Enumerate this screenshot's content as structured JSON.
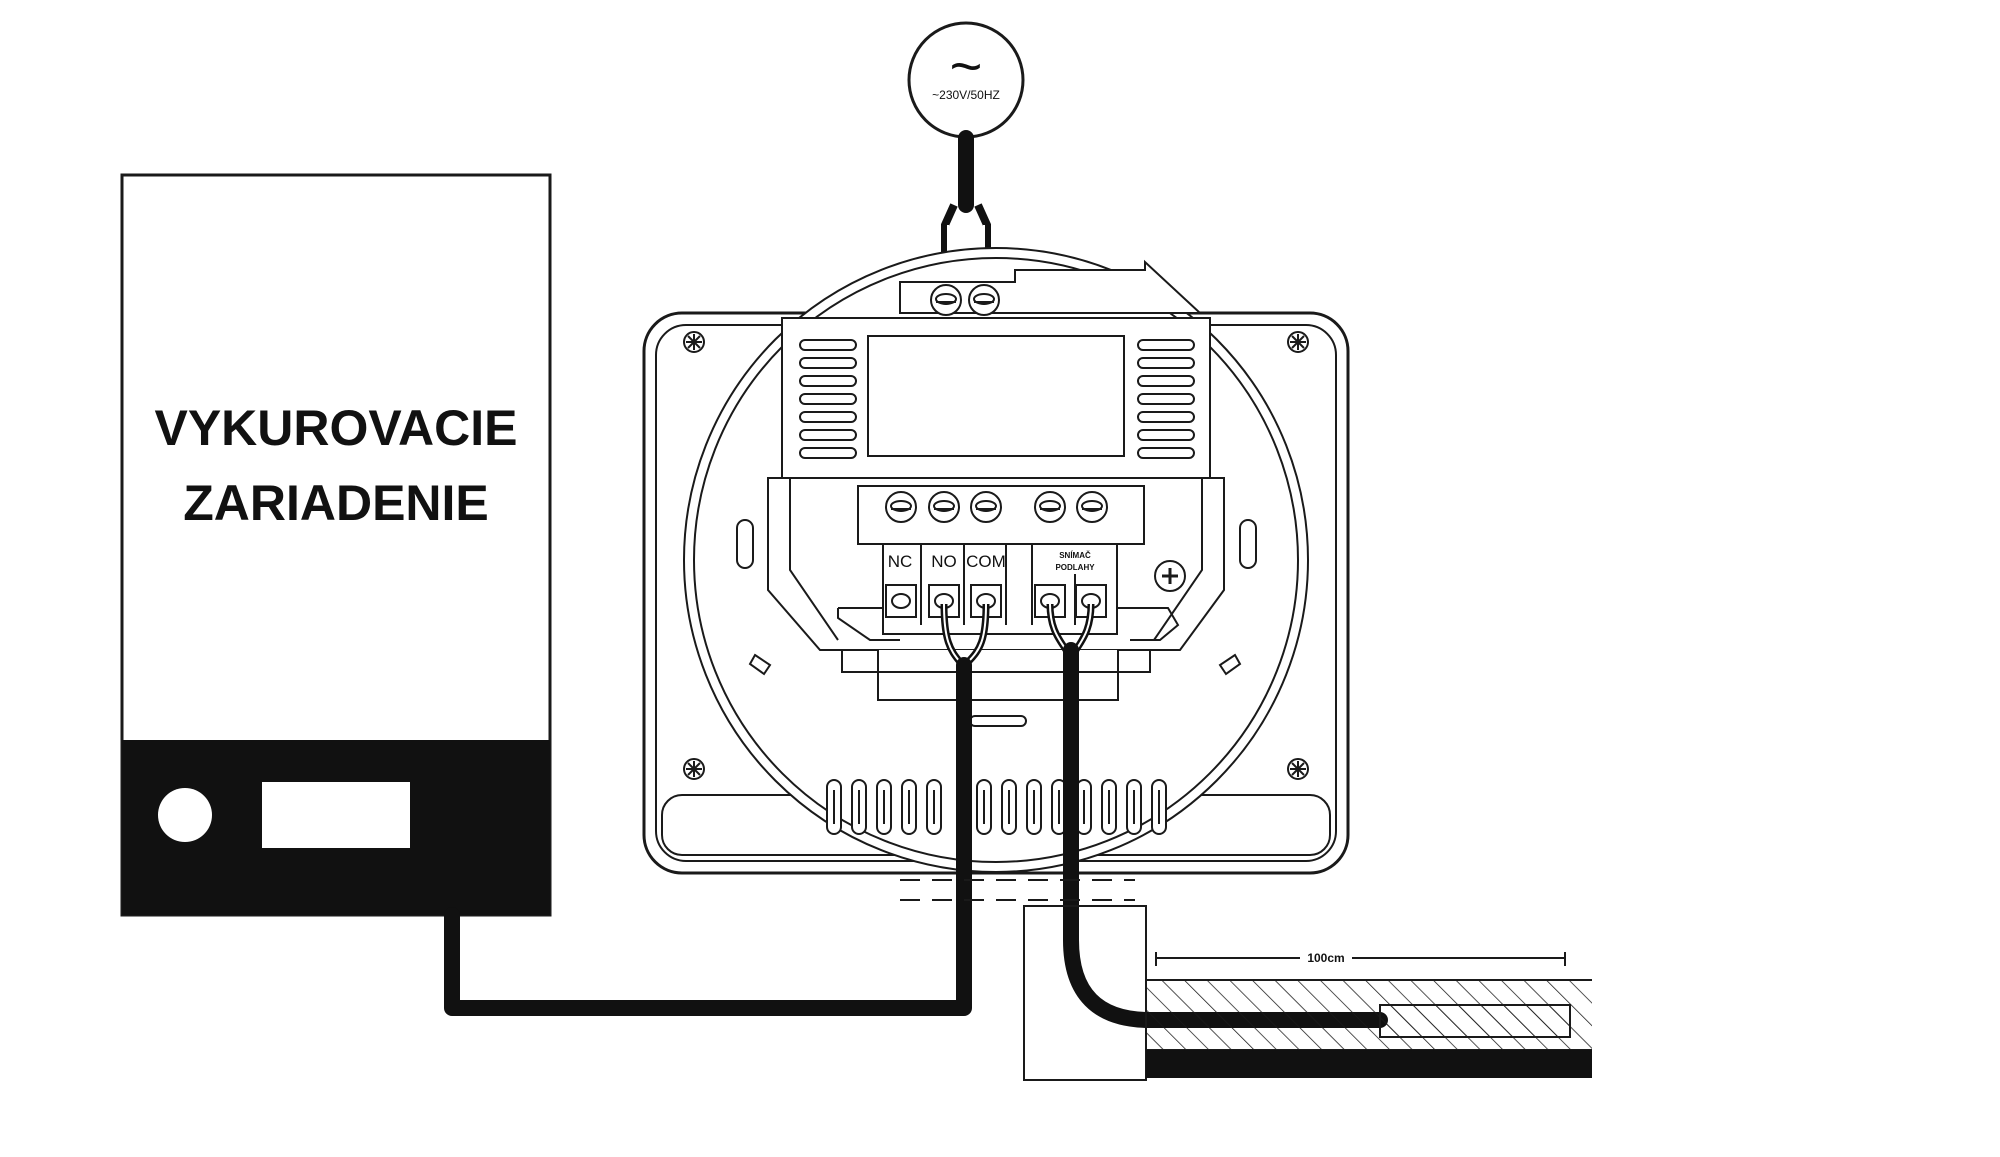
{
  "heating_device": {
    "line1": "VYKUROVACIE",
    "line2": "ZARIADENIE"
  },
  "power_source": {
    "symbol": "~",
    "label": "~230V/50HZ"
  },
  "terminals": {
    "nc": "NC",
    "no": "NO",
    "com": "COM",
    "sensor_line1": "SNÍMAČ",
    "sensor_line2": "PODLAHY"
  },
  "sensor_length": "100cm",
  "colors": {
    "line": "#1a1a1a",
    "fill_dark": "#111111",
    "background": "#ffffff"
  }
}
